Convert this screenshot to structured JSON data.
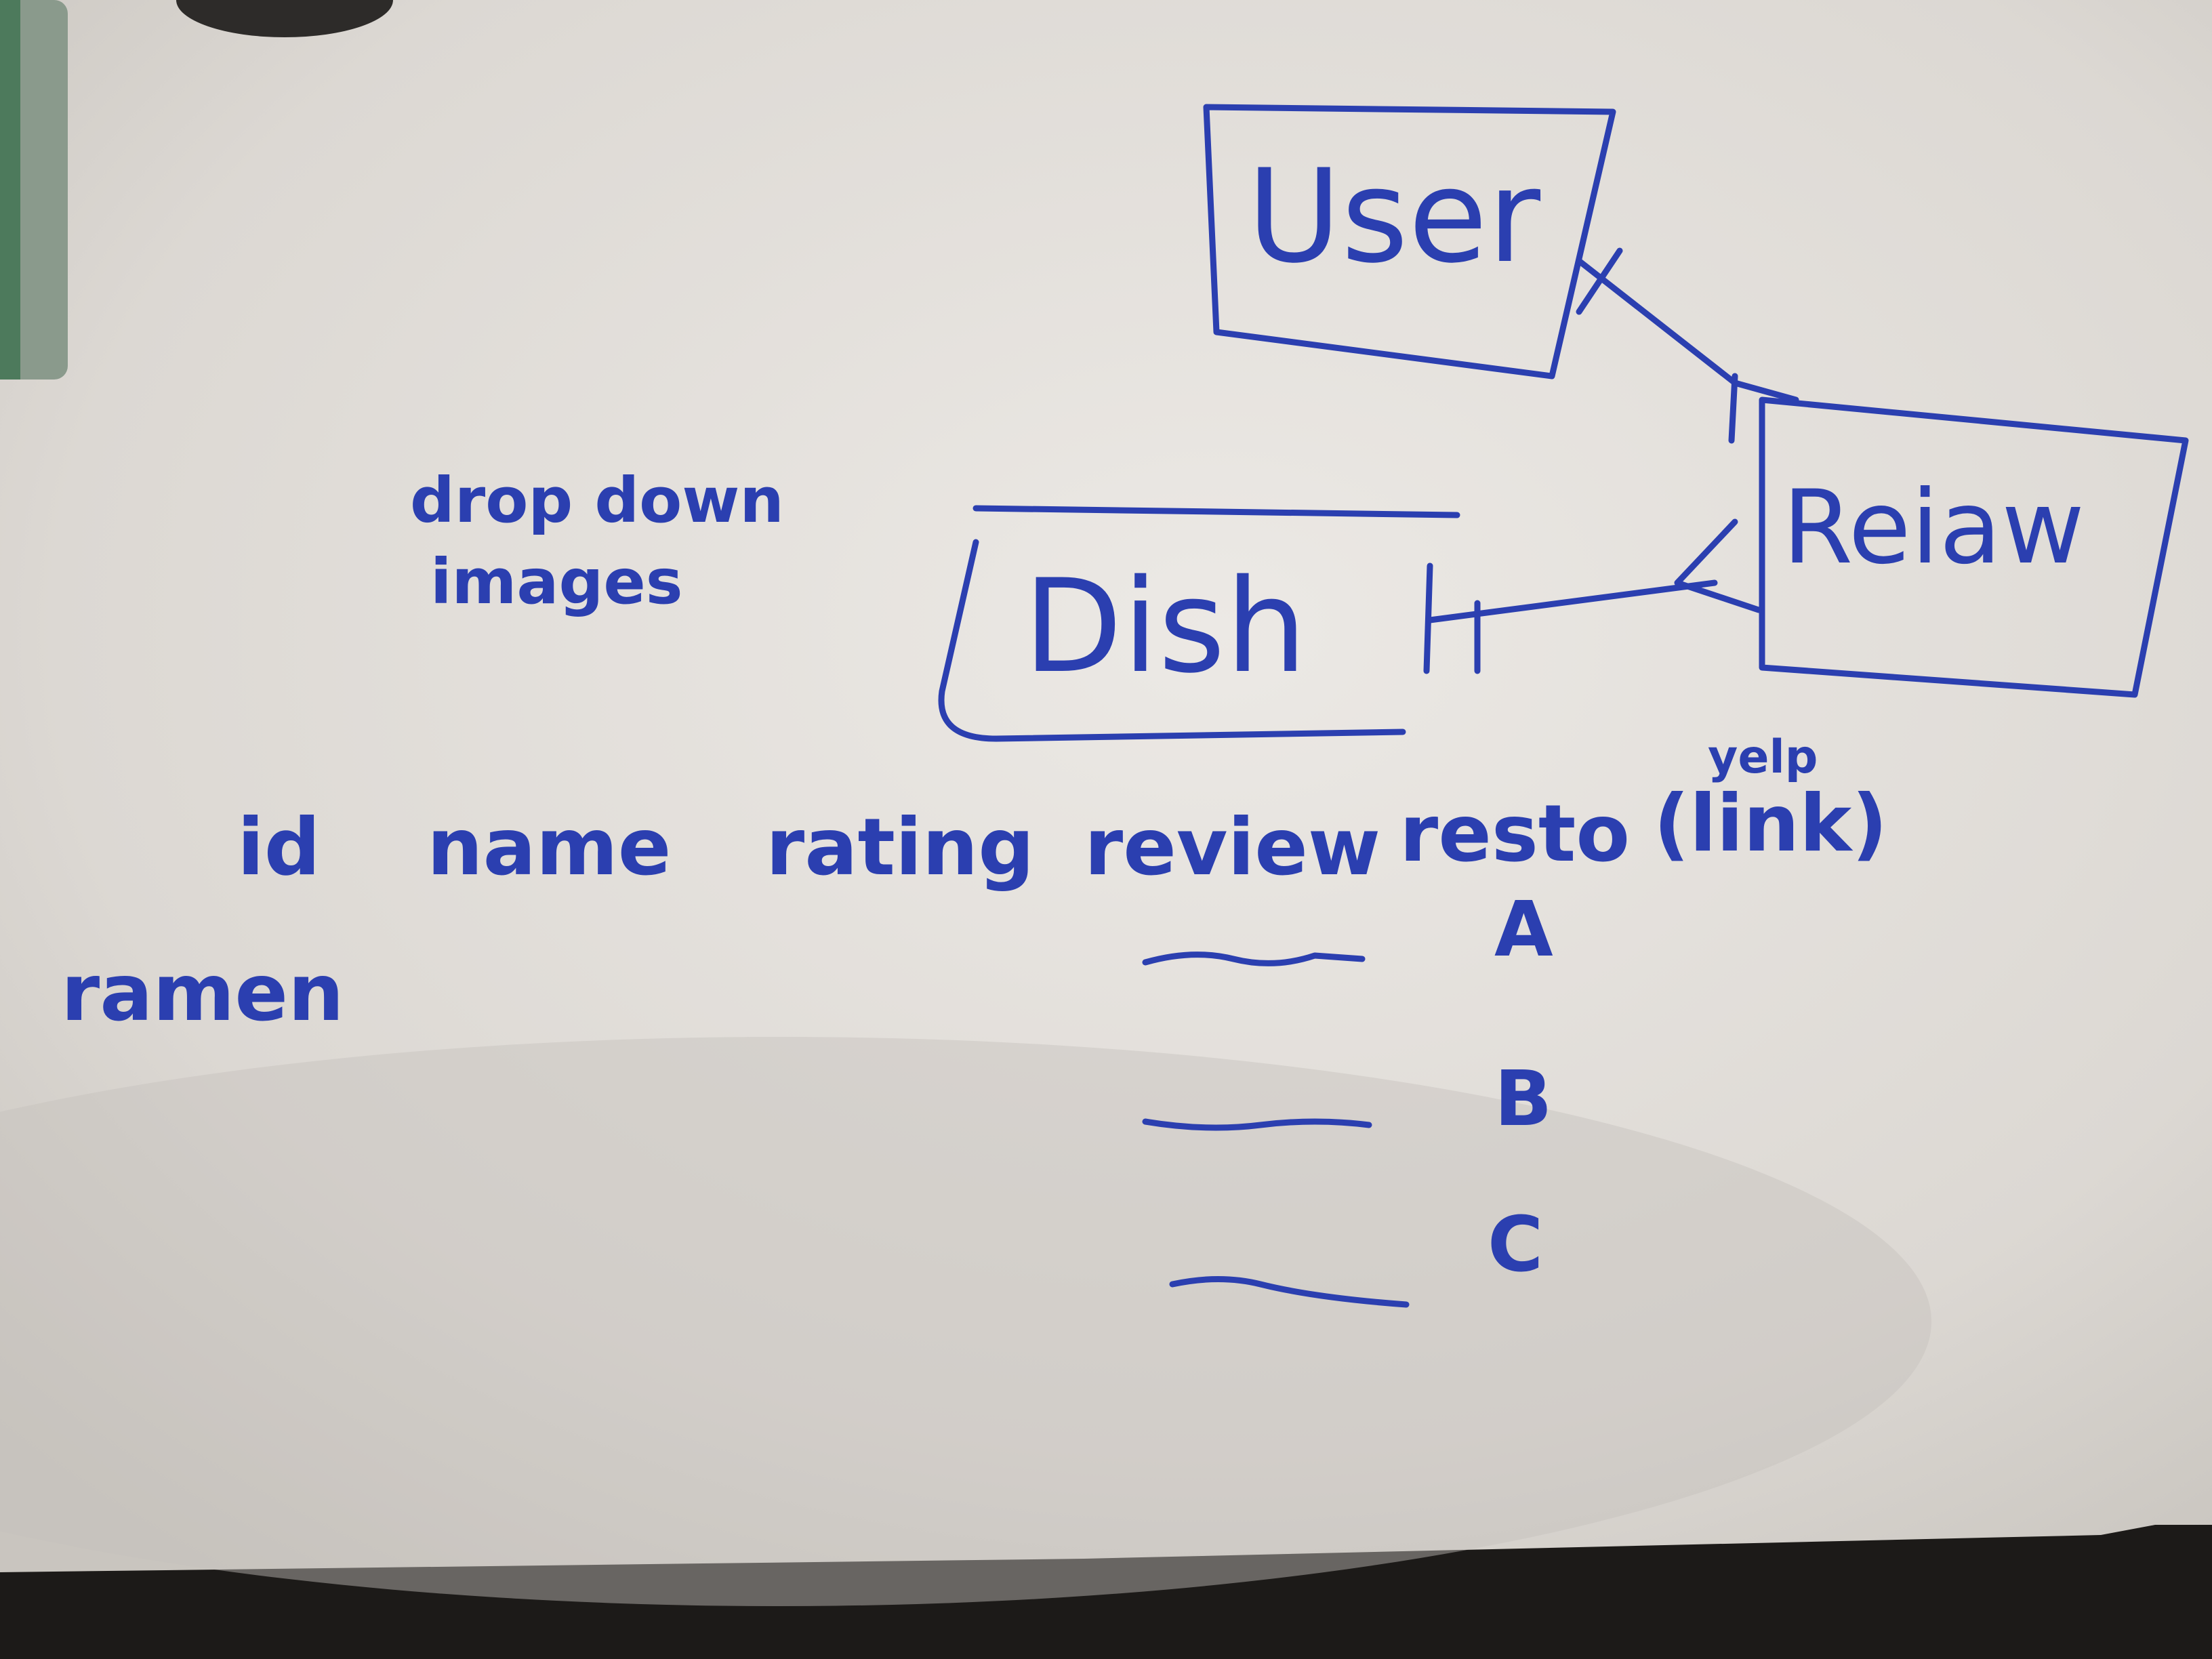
{
  "diagram": {
    "entities": [
      {
        "id": "user",
        "label": "User"
      },
      {
        "id": "review",
        "label": "Reiaw"
      },
      {
        "id": "dish",
        "label": "Dish"
      }
    ],
    "relationships": [
      {
        "from": "user",
        "to": "review",
        "from_end": "one",
        "to_end": "one"
      },
      {
        "from": "dish",
        "to": "review",
        "from_end": "one",
        "to_end": "many"
      }
    ]
  },
  "notes": {
    "dropdown_line1": "drop down",
    "dropdown_line2": "images"
  },
  "table": {
    "columns": [
      "id",
      "name",
      "rating",
      "review",
      "resto"
    ],
    "link_column": {
      "top_label": "yelp",
      "label": "(link)"
    },
    "row_label": "ramen",
    "resto_values": [
      "A",
      "B",
      "C"
    ]
  },
  "colors": {
    "ink": "#2b3fb0",
    "board": "#e3e0dc",
    "background": "#1c1a18"
  }
}
